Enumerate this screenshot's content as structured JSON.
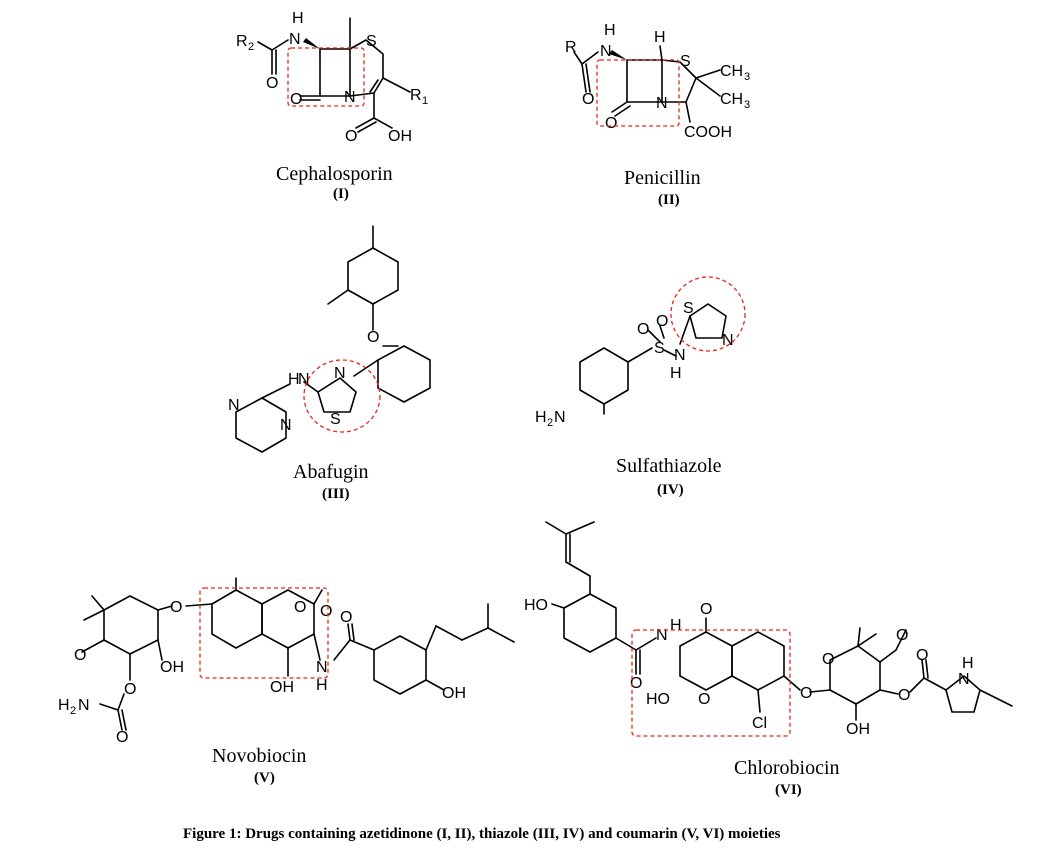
{
  "caption": "Figure 1: Drugs containing azetidinone (I, II), thiazole (III, IV) and coumarin (V, VI) moieties",
  "highlight_color": "#e8261c",
  "compounds": [
    {
      "name": "Cephalosporin",
      "numeral": "(I)"
    },
    {
      "name": "Penicillin",
      "numeral": "(II)"
    },
    {
      "name": "Abafugin",
      "numeral": "(III)"
    },
    {
      "name": "Sulfathiazole",
      "numeral": "(IV)"
    },
    {
      "name": "Novobiocin",
      "numeral": "(V)"
    },
    {
      "name": "Chlorobiocin",
      "numeral": "(VI)"
    }
  ],
  "atom_labels": {
    "H": "H",
    "N": "N",
    "S": "S",
    "O": "O",
    "OH": "OH",
    "HO": "HO",
    "R": "R",
    "R1": "R",
    "R2": "R",
    "sub1": "1",
    "sub2": "2",
    "CH3": "CH",
    "sub3": "3",
    "COOH": "COOH",
    "H2N": "H",
    "sub_h2": "2",
    "NH": "N",
    "Cl": "Cl"
  }
}
